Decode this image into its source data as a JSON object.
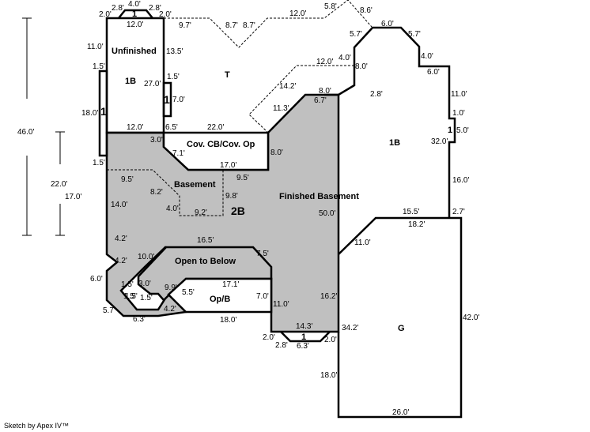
{
  "footer": "Sketch by Apex IV™",
  "colors": {
    "finished_fill": "#c0c0c0",
    "line": "#000000"
  },
  "areas": {
    "unfinished": "Unfinished",
    "unfinished_code": "1B",
    "t": "T",
    "cov": "Cov. CB/Cov. Op",
    "basement": "Basement",
    "basement_code": "2B",
    "finished_basement": "Finished Basement",
    "open_below": "Open to Below",
    "opb": "Op/B",
    "east_code": "1B",
    "garage": "G",
    "one_a": "1",
    "one_b": "1",
    "one_c": "1",
    "one_d": "1",
    "one_e": "1"
  },
  "overall": {
    "left_total": "46.0'",
    "left_partial": "22.0'"
  },
  "dims": [
    "2.0'",
    "2.8'",
    "4.0'",
    "2.8'",
    "2.0'",
    "12.0'",
    "9.7'",
    "8.7'",
    "8.7'",
    "12.0'",
    "5.8'",
    "8.6'",
    "11.0'",
    "13.5'",
    "1.5'",
    "27.0'",
    "1.5'",
    "7.0'",
    "18.0'",
    "12.0'",
    "6.5'",
    "22.0'",
    "3.0'",
    "7.1'",
    "17.0'",
    "8.0'",
    "1.5'",
    "5.7'",
    "6.0'",
    "5.7'",
    "4.0'",
    "6.0'",
    "12.0'",
    "4.0'",
    "8.0'",
    "14.2'",
    "11.3'",
    "8.0'",
    "6.7'",
    "2.8'",
    "11.0'",
    "1.0'",
    "5.0'",
    "32.0'",
    "16.0'",
    "9.5'",
    "9.5'",
    "8.2'",
    "14.0'",
    "17.0'",
    "9.8'",
    "4.0'",
    "9.2'",
    "50.0'",
    "15.5'",
    "2.7'",
    "18.2'",
    "11.0'",
    "4.2'",
    "16.5'",
    "4.2'",
    "10.0'",
    "7.5'",
    "6.0'",
    "1.5'",
    "3.0'",
    "1.5'",
    "17.1'",
    "1.5'",
    "1.5'",
    "9.9'",
    "5.5'",
    "7.0'",
    "16.2'",
    "5.7'",
    "6.3'",
    "4.2'",
    "18.0'",
    "11.0'",
    "42.0'",
    "14.3'",
    "34.2'",
    "2.0'",
    "2.8'",
    "6.3'",
    "2.0'",
    "18.0'",
    "26.0'"
  ]
}
